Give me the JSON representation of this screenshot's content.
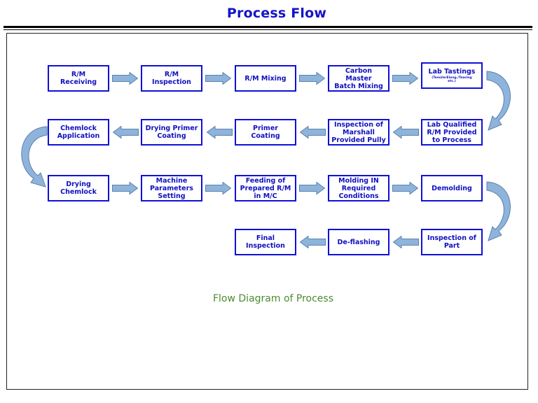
{
  "page": {
    "title": "Process Flow",
    "caption": "Flow Diagram of Process"
  },
  "steps": [
    {
      "label": "R/M\nReceiving"
    },
    {
      "label": "R/M Inspection"
    },
    {
      "label": "R/M Mixing"
    },
    {
      "label": "Carbon Master\nBatch Mixing"
    },
    {
      "label": "Lab Tastings",
      "sublabel": "(Tensile/Elong./Tearing\netc.)"
    },
    {
      "label": "Lab Qualified\nR/M Provided\nto Process"
    },
    {
      "label": "Inspection of\nMarshall\nProvided Pully"
    },
    {
      "label": "Primer Coating"
    },
    {
      "label": "Drying Primer\nCoating"
    },
    {
      "label": "Chemlock\nApplication"
    },
    {
      "label": "Drying\nChemlock"
    },
    {
      "label": "Machine\nParameters\nSetting"
    },
    {
      "label": "Feeding of\nPrepared R/M\nin M/C"
    },
    {
      "label": "Molding IN\nRequired\nConditions"
    },
    {
      "label": "Demolding"
    },
    {
      "label": "Inspection of\nPart"
    },
    {
      "label": "De-flashing"
    },
    {
      "label": "Final\nInspection"
    }
  ],
  "colors": {
    "title": "#1414c8",
    "box_border": "#1010d8",
    "box_text": "#1010c0",
    "arrow_fill": "#8fb4dc",
    "arrow_stroke": "#5a82ad",
    "caption": "#4e8a2e"
  }
}
